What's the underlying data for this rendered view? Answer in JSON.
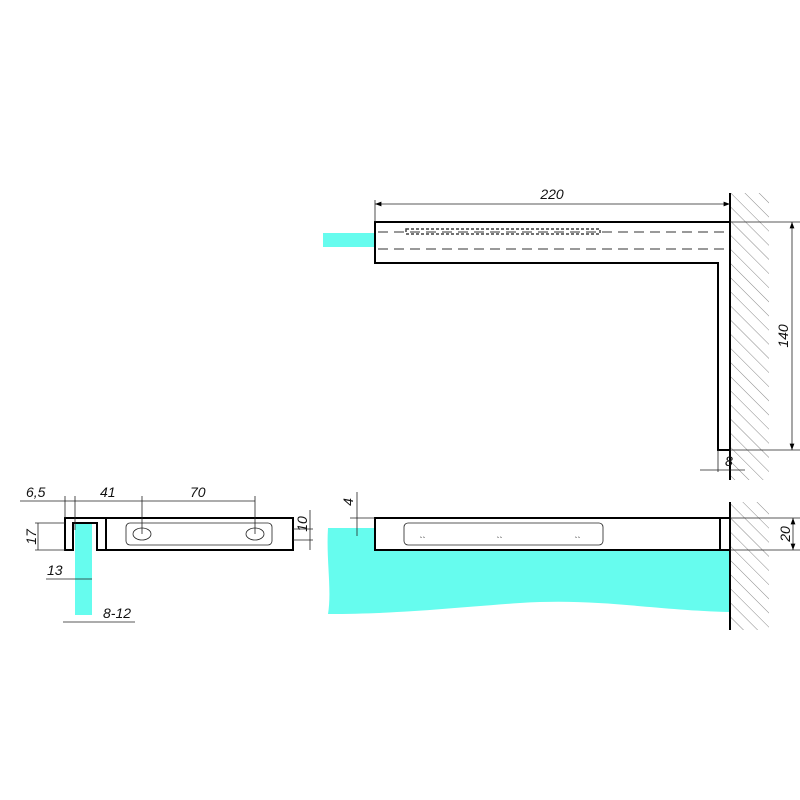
{
  "colors": {
    "glass": "#66FCEE",
    "line": "#000000"
  },
  "dimensions": {
    "length": "220",
    "height": "140",
    "wall_thickness": "8",
    "side_offset": "6,5",
    "slot_offset": "41",
    "slot_spacing": "70",
    "side_height": "17",
    "slot_height": "10",
    "clamp_depth": "13",
    "glass_thickness": "8-12",
    "glass_gap": "4",
    "profile_height": "20"
  }
}
